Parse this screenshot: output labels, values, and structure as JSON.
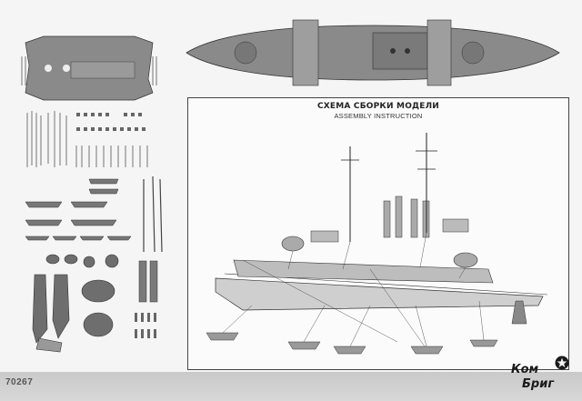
{
  "instruction": {
    "title_ru": "СХЕМА СБОРКИ МОДЕЛИ",
    "title_en": "ASSEMBLY INSTRUCTION"
  },
  "footer": {
    "kit_code": "70267",
    "brand_line1": "Ком",
    "brand_line2": "Бриг"
  },
  "colors": {
    "part_fill": "#8a8a8a",
    "part_dark": "#555555",
    "outline": "#222222"
  },
  "icons": [
    "star-icon"
  ]
}
